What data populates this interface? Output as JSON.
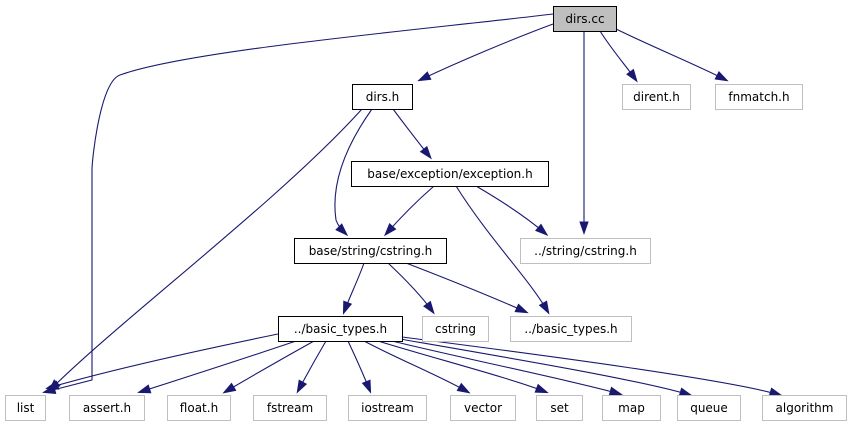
{
  "graph": {
    "title": "dirs.cc",
    "nodes": [
      {
        "id": "dirs_cc",
        "label": "dirs.cc",
        "kind": "main"
      },
      {
        "id": "dirs_h",
        "label": "dirs.h",
        "kind": "local"
      },
      {
        "id": "dirent_h",
        "label": "dirent.h",
        "kind": "external"
      },
      {
        "id": "fnmatch_h",
        "label": "fnmatch.h",
        "kind": "external"
      },
      {
        "id": "exception_h",
        "label": "base/exception/exception.h",
        "kind": "local"
      },
      {
        "id": "cstring_h",
        "label": "base/string/cstring.h",
        "kind": "local"
      },
      {
        "id": "rel_cstring_h",
        "label": "../string/cstring.h",
        "kind": "external"
      },
      {
        "id": "basic_types_local",
        "label": "../basic_types.h",
        "kind": "local"
      },
      {
        "id": "cstring",
        "label": "cstring",
        "kind": "external"
      },
      {
        "id": "basic_types_ext",
        "label": "../basic_types.h",
        "kind": "external"
      },
      {
        "id": "list",
        "label": "list",
        "kind": "external"
      },
      {
        "id": "assert_h",
        "label": "assert.h",
        "kind": "external"
      },
      {
        "id": "float_h",
        "label": "float.h",
        "kind": "external"
      },
      {
        "id": "fstream",
        "label": "fstream",
        "kind": "external"
      },
      {
        "id": "iostream",
        "label": "iostream",
        "kind": "external"
      },
      {
        "id": "vector",
        "label": "vector",
        "kind": "external"
      },
      {
        "id": "set",
        "label": "set",
        "kind": "external"
      },
      {
        "id": "map",
        "label": "map",
        "kind": "external"
      },
      {
        "id": "queue",
        "label": "queue",
        "kind": "external"
      },
      {
        "id": "algorithm",
        "label": "algorithm",
        "kind": "external"
      }
    ],
    "edges": [
      {
        "from": "dirs_cc",
        "to": "dirs_h"
      },
      {
        "from": "dirs_cc",
        "to": "list"
      },
      {
        "from": "dirs_cc",
        "to": "rel_cstring_h"
      },
      {
        "from": "dirs_cc",
        "to": "dirent_h"
      },
      {
        "from": "dirs_cc",
        "to": "fnmatch_h"
      },
      {
        "from": "dirs_h",
        "to": "exception_h"
      },
      {
        "from": "dirs_h",
        "to": "cstring_h"
      },
      {
        "from": "dirs_h",
        "to": "list"
      },
      {
        "from": "exception_h",
        "to": "cstring_h"
      },
      {
        "from": "exception_h",
        "to": "rel_cstring_h"
      },
      {
        "from": "exception_h",
        "to": "basic_types_ext"
      },
      {
        "from": "cstring_h",
        "to": "basic_types_local"
      },
      {
        "from": "cstring_h",
        "to": "cstring"
      },
      {
        "from": "cstring_h",
        "to": "basic_types_ext"
      },
      {
        "from": "basic_types_local",
        "to": "list"
      },
      {
        "from": "basic_types_local",
        "to": "assert_h"
      },
      {
        "from": "basic_types_local",
        "to": "float_h"
      },
      {
        "from": "basic_types_local",
        "to": "fstream"
      },
      {
        "from": "basic_types_local",
        "to": "iostream"
      },
      {
        "from": "basic_types_local",
        "to": "vector"
      },
      {
        "from": "basic_types_local",
        "to": "set"
      },
      {
        "from": "basic_types_local",
        "to": "map"
      },
      {
        "from": "basic_types_local",
        "to": "queue"
      },
      {
        "from": "basic_types_local",
        "to": "algorithm"
      }
    ]
  },
  "colors": {
    "edge": "#191970",
    "main_fill": "#bfbfbf",
    "local_border": "#000000",
    "external_border": "#bfbfbf"
  }
}
